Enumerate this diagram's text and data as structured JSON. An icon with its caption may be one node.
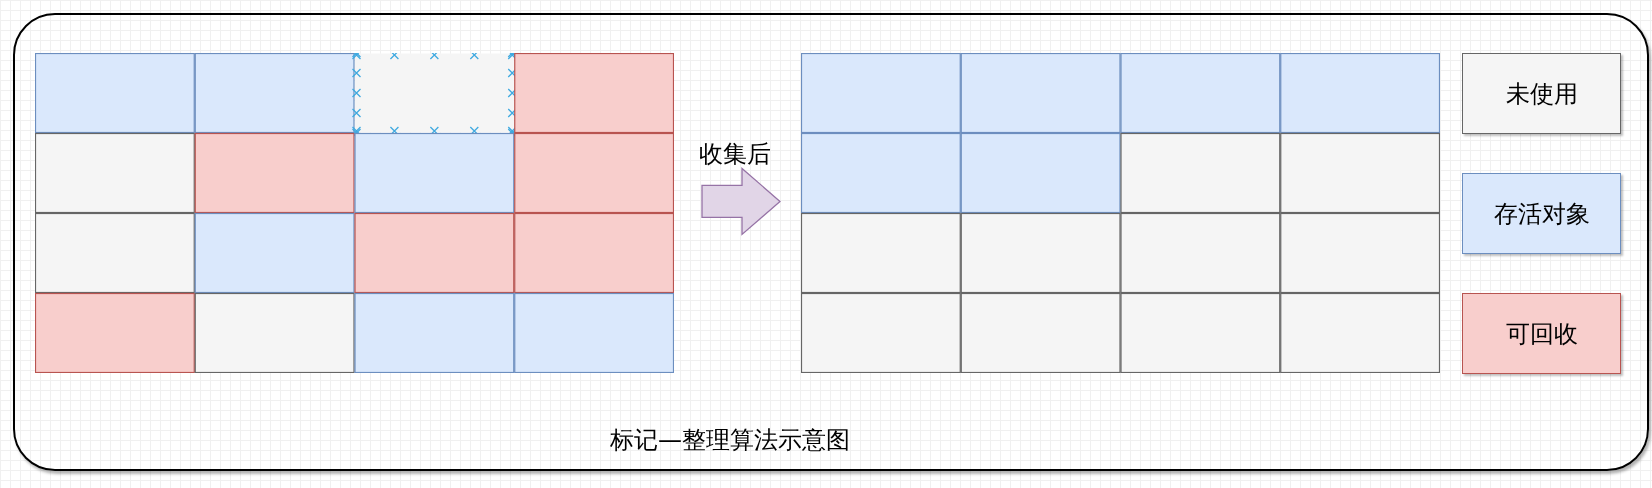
{
  "diagram": {
    "title": "标记—整理算法示意图",
    "nodes": [
      {
        "text": [],
        "shape": "box"
      },
      {
        "text": [],
        "shape": "box",
        "in": 0
      },
      {
        "text": [],
        "shape": "box",
        "in": 0
      },
      {
        "text": [
          "未使用"
        ],
        "in": 0
      },
      {
        "text": [
          "存活对象"
        ],
        "in": 0
      },
      {
        "text": [
          "可回收"
        ],
        "in": 0
      }
    ],
    "edges": [
      {
        "from": 1,
        "to": 2,
        "arrow": "to",
        "label": "收集后"
      }
    ]
  }
}
